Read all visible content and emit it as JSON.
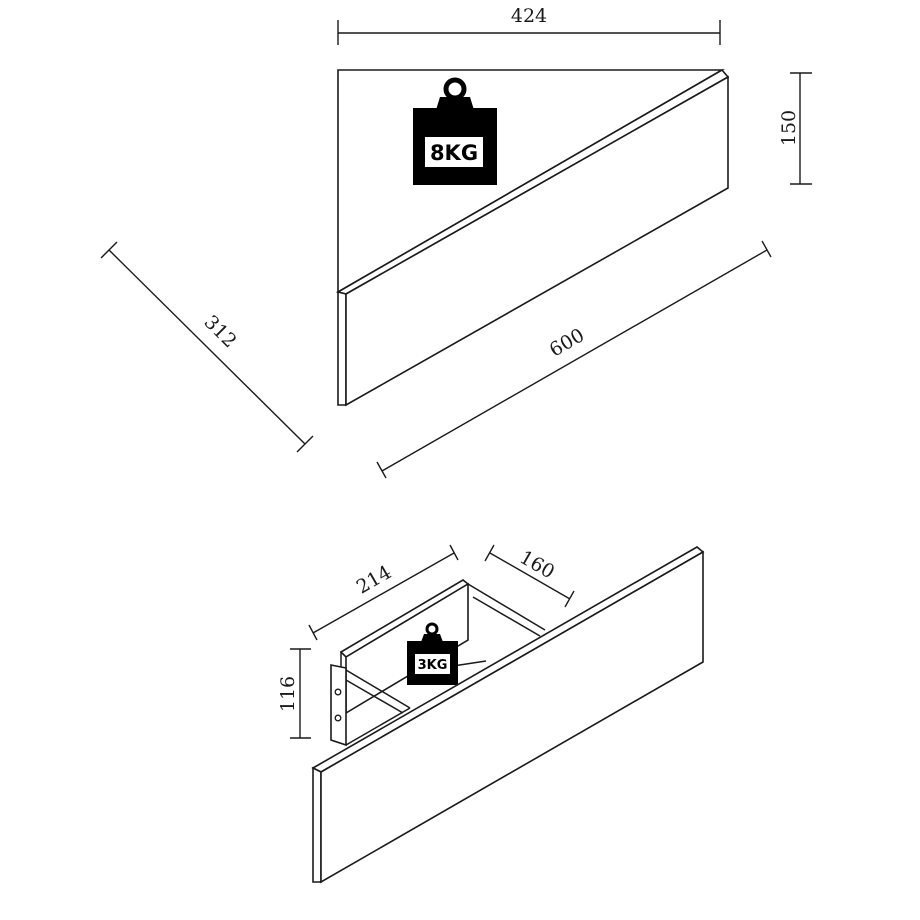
{
  "top_shelf": {
    "dimensions": {
      "width": "424",
      "height": "150",
      "depth": "312",
      "length": "600"
    },
    "load_badge": {
      "label": "8KG",
      "icon": "weight-icon"
    }
  },
  "bottom_shelf": {
    "dimensions": {
      "width": "214",
      "depth": "160",
      "height": "116"
    },
    "load_badge": {
      "label": "3KG",
      "icon": "weight-icon"
    }
  }
}
